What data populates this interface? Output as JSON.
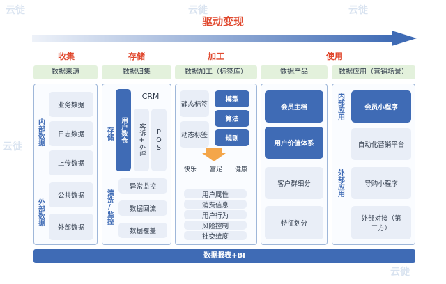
{
  "watermark": "云徙",
  "title": "驱动变现",
  "stages": [
    "收集",
    "存储",
    "加工",
    "使用"
  ],
  "headers": [
    "数据来源",
    "数据归集",
    "数据加工（标签库）",
    "数据产品",
    "数据应用（营销场景）"
  ],
  "col1": {
    "labels": [
      "内部数据",
      "外部数据"
    ],
    "items": [
      "业务数据",
      "日志数据",
      "上传数据",
      "公共数据",
      "外部数据"
    ]
  },
  "col2": {
    "store_label": "存储",
    "warehouse": "用户数仓",
    "crm": "CRM",
    "complaint": "客诉+外呼",
    "pos": "POS",
    "clean_label": "清洗/监控",
    "items": [
      "异常监控",
      "数据回流",
      "数据覆盖"
    ]
  },
  "col3": {
    "static": "静态标签",
    "dynamic": "动态标签",
    "methods": [
      "模型",
      "算法",
      "规则"
    ],
    "moods": [
      "快乐",
      "富足",
      "健康"
    ],
    "attrs": [
      "用户属性",
      "消费信息",
      "用户行为",
      "风险控制",
      "社交维度"
    ]
  },
  "col4": {
    "items": [
      "会员主档",
      "用户价值体系",
      "客户群细分",
      "特征划分"
    ]
  },
  "col5": {
    "labels": [
      "内部应用",
      "外部应用"
    ],
    "items": [
      "会员小程序",
      "自动化营销平台",
      "导购小程序",
      "外部对接（第三方）"
    ]
  },
  "bottom_bar": "数据报表+BI",
  "colors": {
    "accent": "#3f6bb5",
    "stage": "#e0492f",
    "header_bg": "#e3f1dc"
  }
}
